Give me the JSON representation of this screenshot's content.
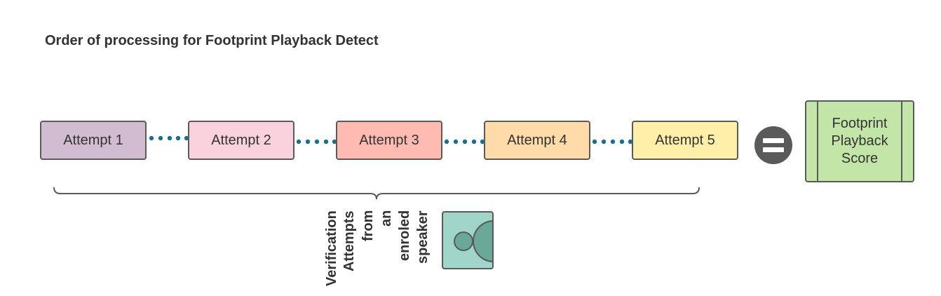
{
  "title": "Order of processing for Footprint Playback Detect",
  "attempts": [
    {
      "label": "Attempt 1",
      "color": "#d1bcd1"
    },
    {
      "label": "Attempt 2",
      "color": "#f9d2de"
    },
    {
      "label": "Attempt 3",
      "color": "#ffbbb1"
    },
    {
      "label": "Attempt 4",
      "color": "#ffdba9"
    },
    {
      "label": "Attempt 5",
      "color": "#ffefa9"
    }
  ],
  "result": {
    "lines": [
      "Footprint",
      "Playback",
      "Score"
    ],
    "color": "#c3e6a8"
  },
  "caption": {
    "words": [
      "Verification",
      "Attempts",
      "from",
      "an",
      "enroled",
      "speaker"
    ]
  },
  "colors": {
    "connector": "#1a6f8c",
    "stroke": "#5a5a5a",
    "speaker_bg": "#9fd6c9",
    "speaker_fg": "#6aa89a"
  },
  "icons": {
    "equals": "equals-icon",
    "speaker": "person-icon"
  }
}
